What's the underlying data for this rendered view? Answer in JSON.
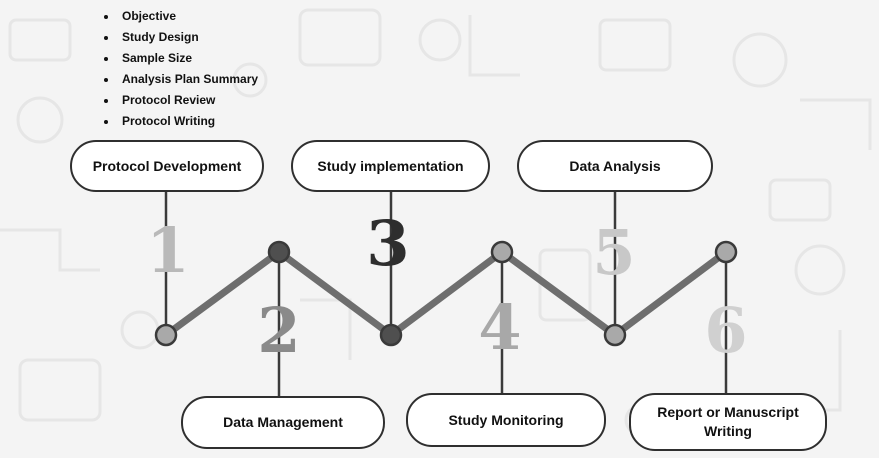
{
  "bullets": [
    "Objective",
    "Study Design",
    "Sample Size",
    "Analysis Plan Summary",
    "Protocol Review",
    "Protocol Writing"
  ],
  "stages": {
    "protocol_development": "Protocol Development",
    "study_implementation": "Study implementation",
    "data_analysis": "Data Analysis",
    "data_management": "Data Management",
    "study_monitoring": "Study Monitoring",
    "report_writing": "Report or Manuscript Writing"
  },
  "numbers": [
    "1",
    "2",
    "3",
    "4",
    "5",
    "6"
  ],
  "colors": {
    "zigzag_line": "#6e6e6e",
    "connector": "#3a3a3a",
    "box_border": "#2f2f2f",
    "node_light": "#a9a9a9",
    "node_dark": "#4f4f4f"
  }
}
